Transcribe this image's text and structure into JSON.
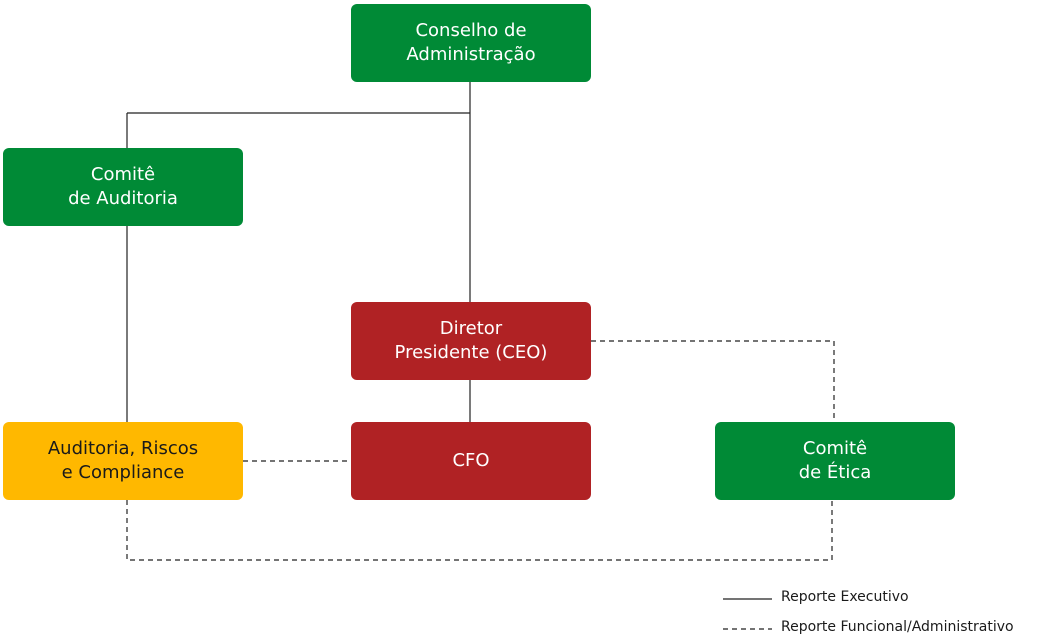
{
  "nodes": {
    "board": {
      "line1": "Conselho de",
      "line2": "Administração"
    },
    "audit_committee": {
      "line1": "Comitê",
      "line2": "de Auditoria"
    },
    "ceo": {
      "line1": "Diretor",
      "line2": "Presidente (CEO)"
    },
    "audit_risk_compliance": {
      "line1": "Auditoria, Riscos",
      "line2": "e Compliance"
    },
    "cfo": {
      "line1": "CFO"
    },
    "ethics_committee": {
      "line1": "Comitê",
      "line2": "de Ética"
    }
  },
  "legend": {
    "executive": "Reporte Executivo",
    "functional": "Reporte Funcional/Administrativo"
  },
  "colors": {
    "green": "#008a36",
    "red": "#b02224",
    "yellow": "#ffb800"
  }
}
